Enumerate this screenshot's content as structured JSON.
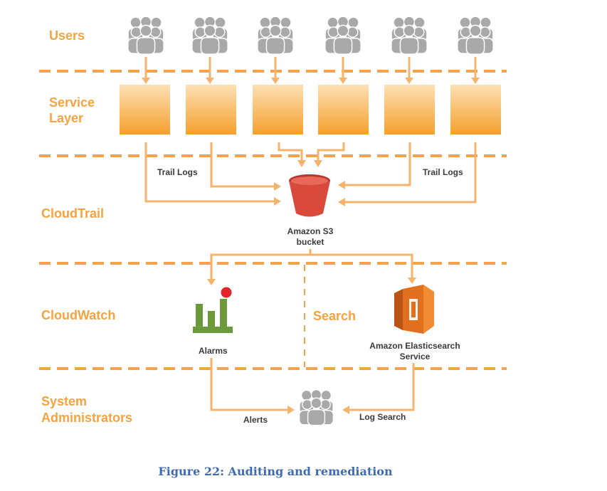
{
  "lanes": {
    "users": "Users",
    "service_layer": [
      "Service",
      "Layer"
    ],
    "cloudtrail": "CloudTrail",
    "cloudwatch": "CloudWatch",
    "search": "Search",
    "system_administrators": [
      "System",
      "Administrators"
    ]
  },
  "labels": {
    "trail_logs_left": "Trail Logs",
    "trail_logs_right": "Trail Logs",
    "s3": [
      "Amazon S3",
      "bucket"
    ],
    "alarms": "Alarms",
    "elasticsearch": [
      "Amazon Elasticsearch",
      "Service"
    ],
    "alerts": "Alerts",
    "log_search": "Log Search"
  },
  "caption": "Figure 22: Auditing and remediation",
  "icons": {
    "user_group": "user-group-icon",
    "service_box": "service-box",
    "bucket": "s3-bucket-icon",
    "alarm": "alarm-chart-icon",
    "elasticsearch": "elasticsearch-icon",
    "admin_group": "admin-group-icon"
  },
  "colors": {
    "accent": "#f5a340",
    "flow": "#f6b36c",
    "caption": "#3f6bb0",
    "bucket": "#d94a3c",
    "alarm_green": "#6a9a3a",
    "alarm_red": "#e2252b",
    "elasticsearch": "#e0701e",
    "user_icon": "#a9a9a9"
  }
}
